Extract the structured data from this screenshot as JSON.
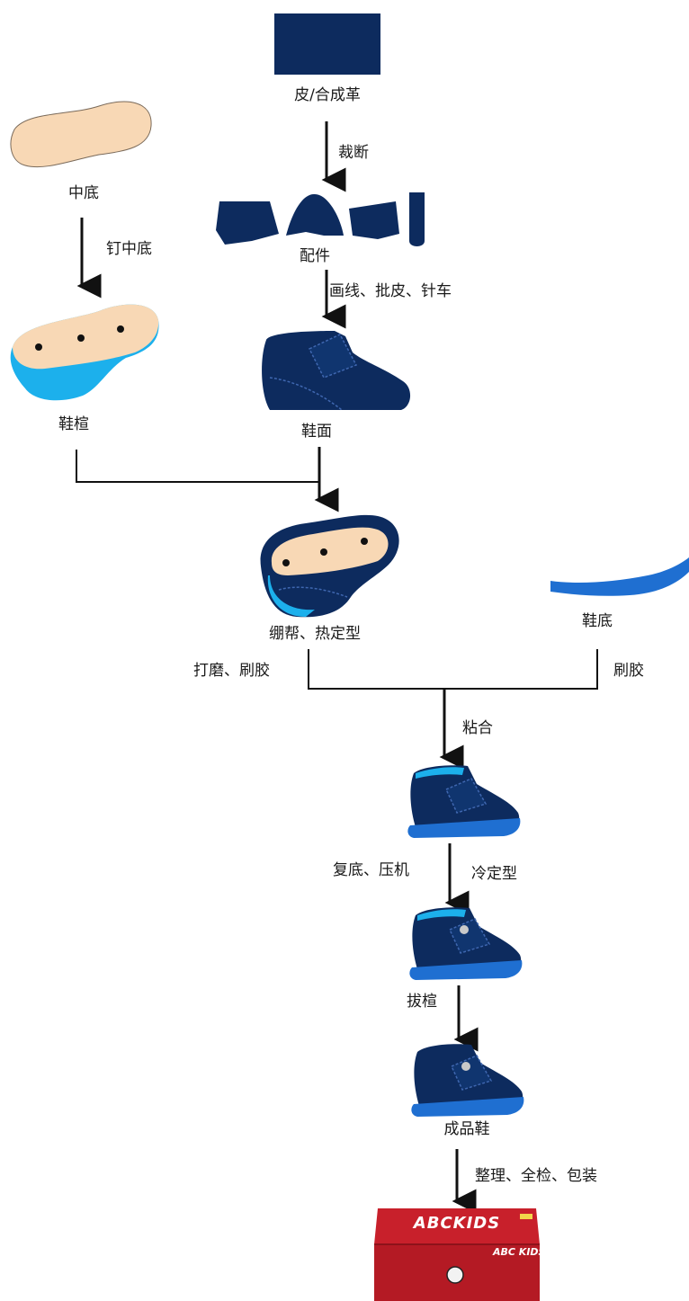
{
  "colors": {
    "navy": "#0d2b5e",
    "navy_light": "#2f56a0",
    "skin": "#f8d8b5",
    "cyan": "#1cb0ec",
    "blue_sole": "#1f6fd1",
    "box_red": "#c8202b",
    "arrow": "#111111"
  },
  "nodes": {
    "leather": "皮/合成革",
    "parts": "配件",
    "upper": "鞋面",
    "midsole": "中底",
    "last": "鞋楦",
    "lasting": "绷帮、热定型",
    "sole": "鞋底",
    "finished": "成品鞋"
  },
  "steps": {
    "cut": "裁断",
    "sew": "画线、批皮、针车",
    "nail": "钉中底",
    "grind": "打磨、刷胶",
    "glue_sole": "刷胶",
    "bond": "粘合",
    "press": "复底、压机",
    "cool": "冷定型",
    "pull": "拔楦",
    "pack": "整理、全检、包装"
  },
  "box": {
    "logo": "ABCKIDS",
    "side_logo": "ABC KIDS"
  }
}
